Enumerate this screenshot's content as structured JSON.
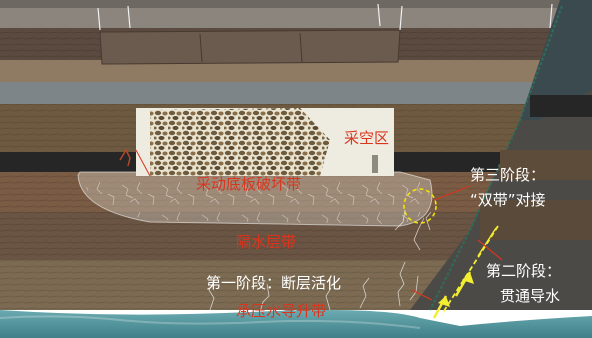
{
  "labels": {
    "goaf": "采空区",
    "damage_zone": "采动底板破坏带",
    "aquiclude": "隔水层带",
    "confined_water_rise": "承压水导升带",
    "stage1": "第一阶段：断层活化",
    "stage2_line1": "第二阶段：",
    "stage2_line2": "贯通导水",
    "stage3_line1": "第三阶段：",
    "stage3_line2": "“双带”对接"
  },
  "colors": {
    "red_label": "#d8361f",
    "white_label": "#ffffff",
    "dashed_circle": "#f2e600",
    "fault_line": "#f4ee30",
    "water": "#5f9ea6"
  }
}
